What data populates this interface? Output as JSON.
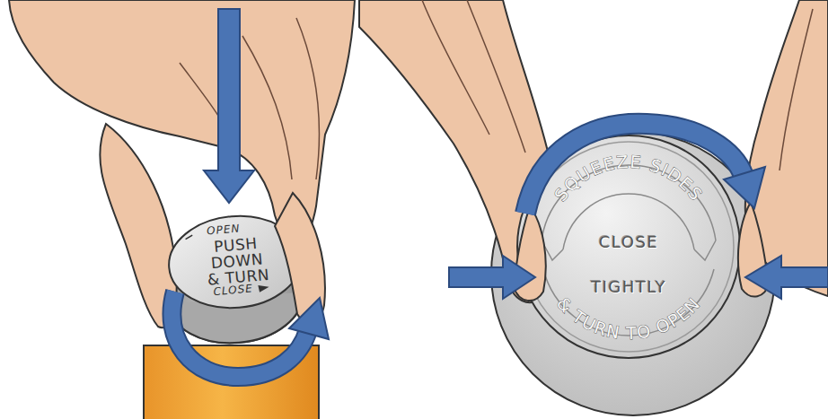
{
  "diagram": {
    "nodes": [
      {
        "text": [
          "OPEN",
          "PUSH DOWN & TURN",
          "CLOSE"
        ]
      },
      {
        "text": [
          "SQUEEZE SIDES",
          "CLOSE TIGHTLY",
          "& TURN TO OPEN"
        ]
      }
    ]
  }
}
